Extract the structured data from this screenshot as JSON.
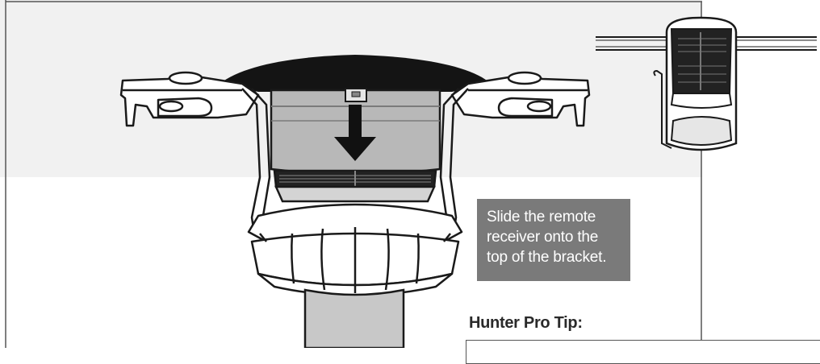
{
  "callout": {
    "lines": [
      "Slide the remote",
      "receiver onto the",
      "top of the bracket."
    ]
  },
  "pro_tip": {
    "title": "Hunter Pro Tip:",
    "body": ""
  },
  "colors": {
    "panel_background": "#f1f1f1",
    "callout_background": "#7a7a7a",
    "callout_text": "#ffffff",
    "line_art": "#1a1a1a",
    "receiver_body": "#b8b8b8"
  },
  "icons": [
    "down-arrow-icon"
  ]
}
